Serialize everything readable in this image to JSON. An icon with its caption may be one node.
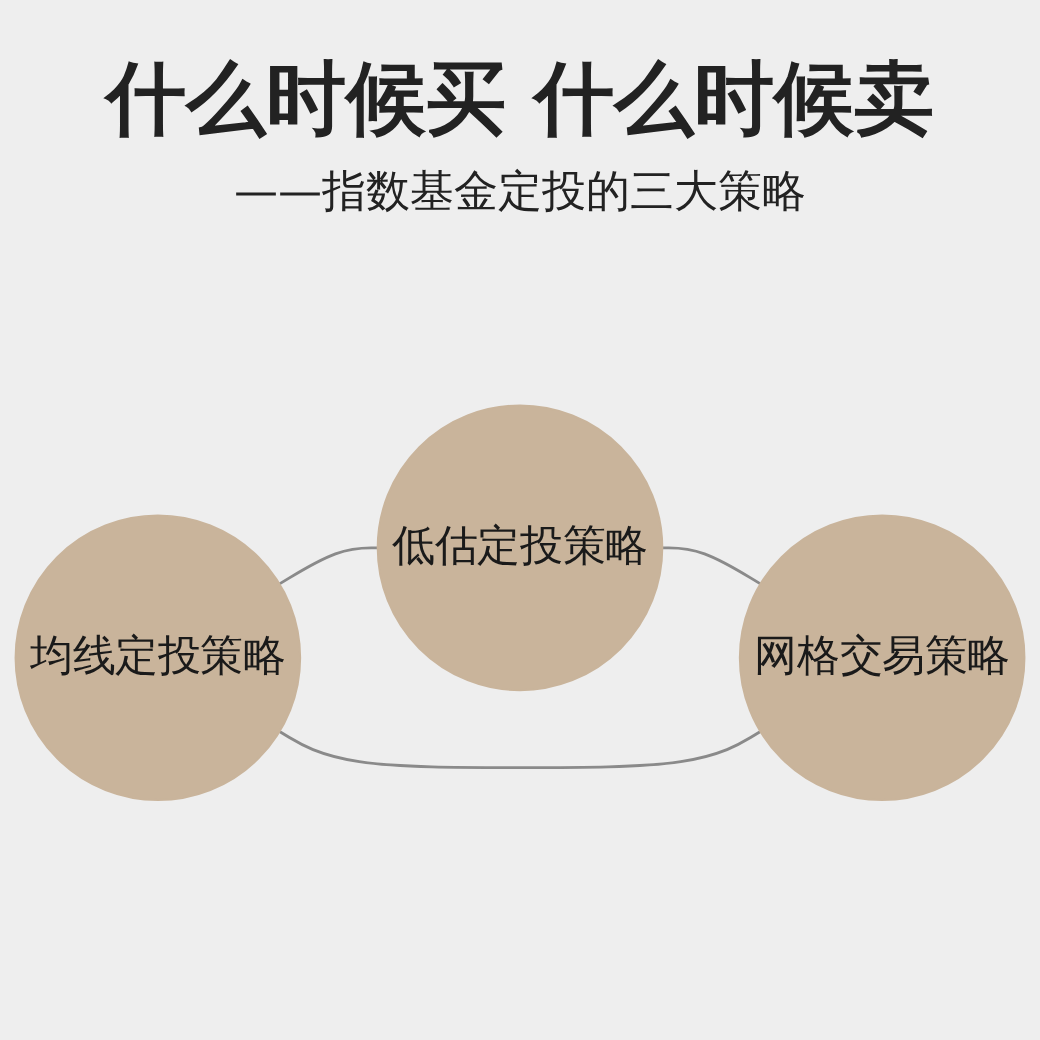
{
  "diagram": {
    "title": "什么时候买 什么时候卖",
    "nodes": [
      {
        "text": [
          "低估定投策略"
        ]
      },
      {
        "text": [
          "均线定投策略"
        ]
      },
      {
        "text": [
          "网格交易策略"
        ]
      }
    ],
    "edges": [
      {
        "from": 1,
        "to": 0,
        "arrow": "none"
      },
      {
        "from": 0,
        "to": 2,
        "arrow": "none"
      },
      {
        "from": 1,
        "to": 2,
        "arrow": "none"
      }
    ],
    "labels": [
      "——指数基金定投的三大策略"
    ]
  }
}
